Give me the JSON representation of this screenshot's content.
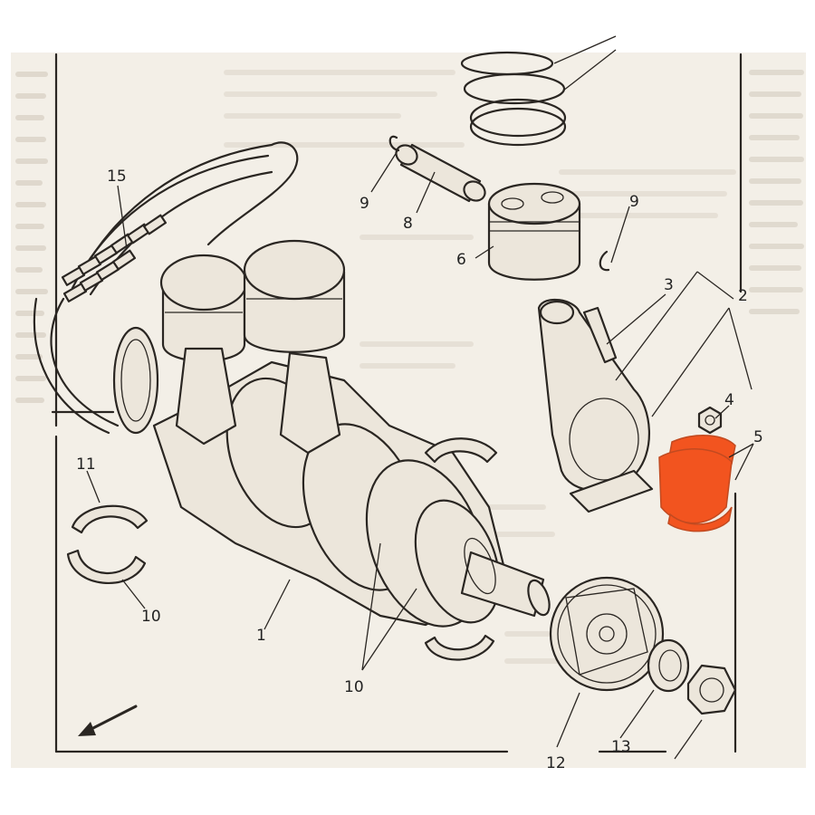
{
  "diagram": {
    "highlight_color": "#f2541f",
    "paper_color": "#f3efe7",
    "callouts": [
      {
        "id": "c1",
        "text": "1"
      },
      {
        "id": "c2",
        "text": "2"
      },
      {
        "id": "c3",
        "text": "3"
      },
      {
        "id": "c4",
        "text": "4"
      },
      {
        "id": "c5",
        "text": "5"
      },
      {
        "id": "c6",
        "text": "6"
      },
      {
        "id": "c8",
        "text": "8"
      },
      {
        "id": "c9a",
        "text": "9"
      },
      {
        "id": "c9b",
        "text": "9"
      },
      {
        "id": "c10a",
        "text": "10"
      },
      {
        "id": "c10b",
        "text": "10"
      },
      {
        "id": "c11",
        "text": "11"
      },
      {
        "id": "c12",
        "text": "12"
      },
      {
        "id": "c13",
        "text": "13"
      },
      {
        "id": "c15",
        "text": "15"
      }
    ],
    "icons": [
      "direction-arrow-icon"
    ]
  }
}
